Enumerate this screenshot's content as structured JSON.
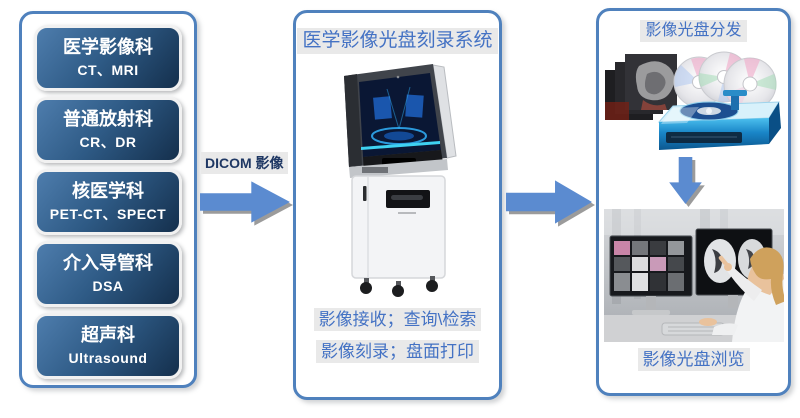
{
  "colors": {
    "panel_border": "#4f81bd",
    "box_grad_start": "#4e7dad",
    "box_grad_mid": "#2e5a85",
    "box_grad_end": "#142f4c",
    "arrow_fill": "#5b8bd0",
    "arrow_shadow": "#9b9b9b",
    "blue_label_text": "#4472c4",
    "label_bg": "#e9e9e9",
    "dicom_text": "#1f3864"
  },
  "departments": [
    {
      "name": "医学影像科",
      "modalities": "CT、MRI"
    },
    {
      "name": "普通放射科",
      "modalities": "CR、DR"
    },
    {
      "name": "核医学科",
      "modalities": "PET-CT、SPECT"
    },
    {
      "name": "介入导管科",
      "modalities": "DSA"
    },
    {
      "name": "超声科",
      "modalities": "Ultrasound"
    }
  ],
  "flow": {
    "dicom_label": "DICOM 影像"
  },
  "burner_panel": {
    "title": "医学影像光盘刻录系统",
    "feature_1": "影像接收；查询\\检索",
    "feature_2": "影像刻录；盘面打印"
  },
  "distribution_panel": {
    "title": "影像光盘分发",
    "bottom_label": "影像光盘浏览"
  },
  "icons": {
    "arrow_right": "blue-block-arrow-right",
    "arrow_down": "blue-block-arrow-down",
    "machine": "disc-burning-kiosk",
    "films": "brain-mri-films",
    "discs": "iridescent-optical-discs",
    "duplicator": "blue-disc-publisher",
    "viewer": "radiologist-viewing-dual-monitors"
  }
}
